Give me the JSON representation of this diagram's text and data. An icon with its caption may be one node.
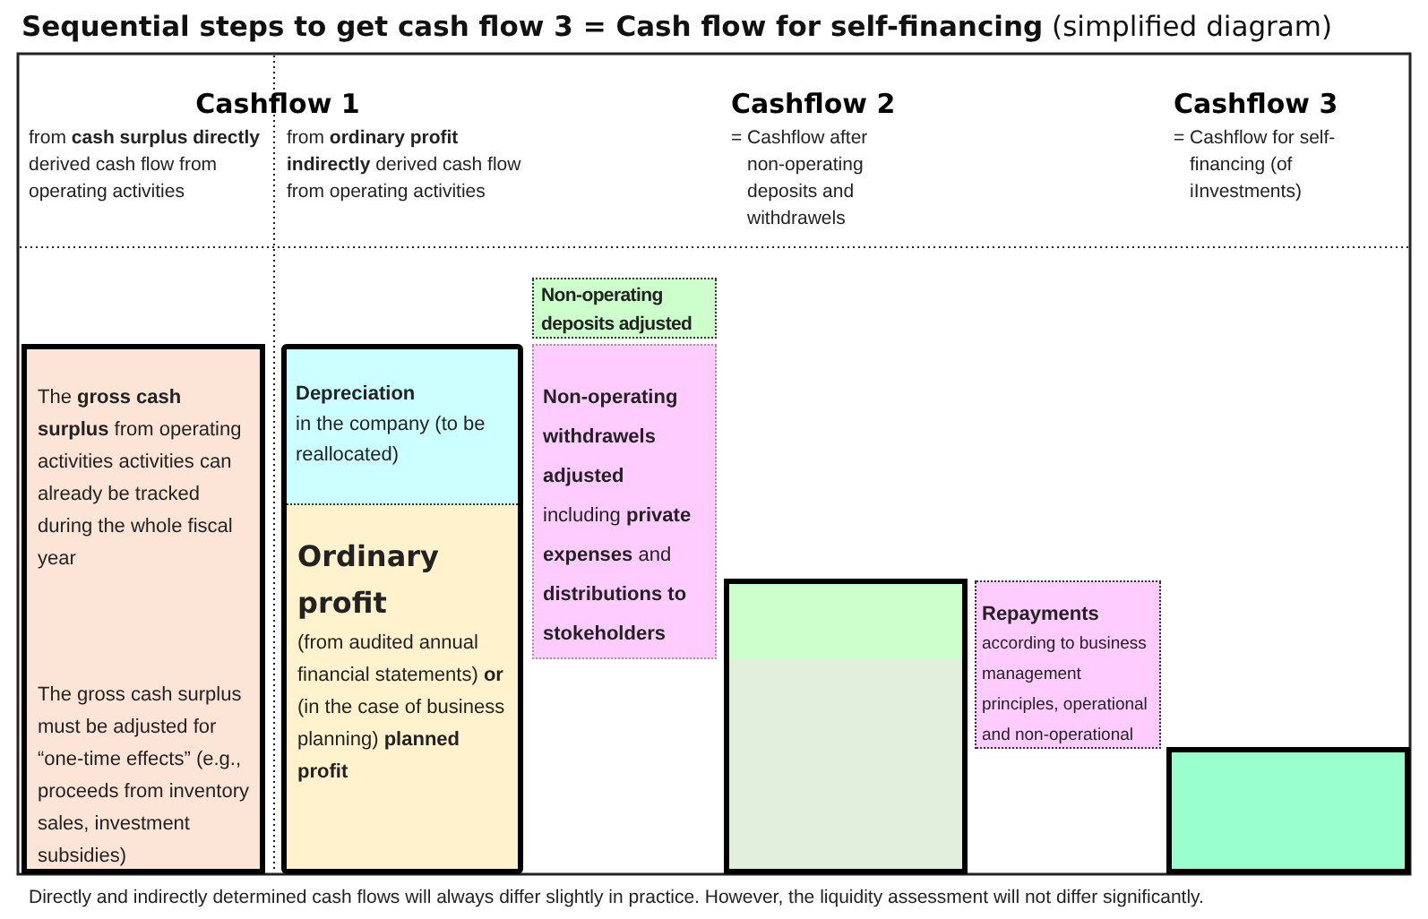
{
  "diagram": {
    "title": "**Sequential steps to get cash flow 3 = Cash flow for self-financing** (simplified diagram)",
    "caption": "Directly and indirectly determined cash flows will always differ slightly in practice. However, the liquidity assessment will not differ significantly.",
    "nodes": [
      {
        "text": [
          "The **gross cash surplus** from operating activities activities can already be tracked during the whole fiscal year",
          "The gross cash surplus must be adjusted for “one-time effects” (e.g., proceeds from inventory sales, investment subsidies)"
        ]
      },
      {
        "text": [],
        "shape": "box"
      },
      {
        "text": [
          "Depreciation",
          "in the company (to be reallocated)"
        ],
        "in": 1
      },
      {
        "text": [
          "Ordinary profit",
          "(from audited annual financial statements) **or** (in the case of business planning) **planned profit**"
        ],
        "in": 1
      },
      {
        "text": [
          "Non-operating deposits adjusted"
        ]
      },
      {
        "text": [
          "**Non-operating withdrawels adjusted** including **private expenses** and **distributions to stokeholders**"
        ]
      },
      {
        "text": [],
        "shape": "bar"
      },
      {
        "text": [
          "Repayments",
          "according to business management principles, operational and non-operational"
        ]
      },
      {
        "text": [],
        "shape": "bar"
      }
    ],
    "labels": [
      "Cashflow 1",
      "from **cash surplus directly** derived cash flow from operating activities",
      "from **ordinary profit indirectly** derived cash flow from operating activities",
      "Cashflow 2",
      "= Cashflow after non-operating deposits and withdrawels",
      "Cashflow 3",
      "= Cashflow for self-financing (of iInvestments)"
    ]
  }
}
